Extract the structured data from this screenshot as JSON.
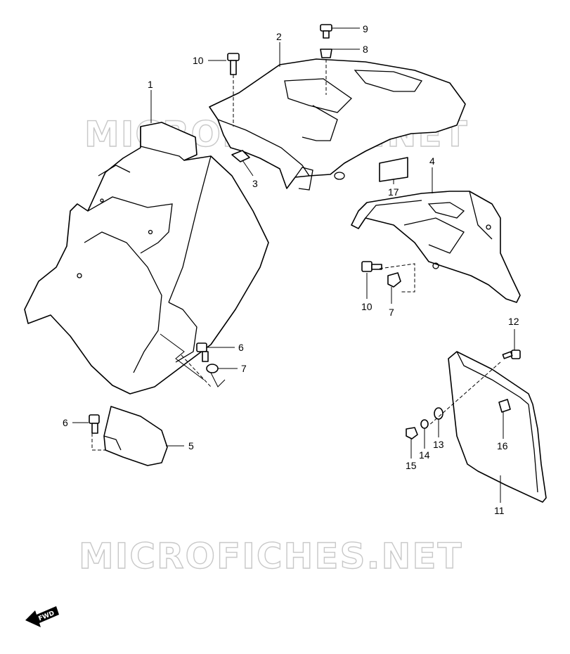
{
  "watermark": {
    "text": "MICROFICHES.NET"
  },
  "fwd_badge": {
    "label": "FWD"
  },
  "callouts": {
    "c1": "1",
    "c2": "2",
    "c3": "3",
    "c4": "4",
    "c5": "5",
    "c6a": "6",
    "c6b": "6",
    "c7a": "7",
    "c7b": "7",
    "c8": "8",
    "c9": "9",
    "c10a": "10",
    "c10b": "10",
    "c11": "11",
    "c12": "12",
    "c13": "13",
    "c14": "14",
    "c15": "15",
    "c16": "16",
    "c17": "17"
  },
  "colors": {
    "line": "#000000",
    "watermark": "#c8c8c8",
    "background": "#ffffff"
  },
  "icons": {
    "fwd": "fwd-arrow-icon"
  }
}
